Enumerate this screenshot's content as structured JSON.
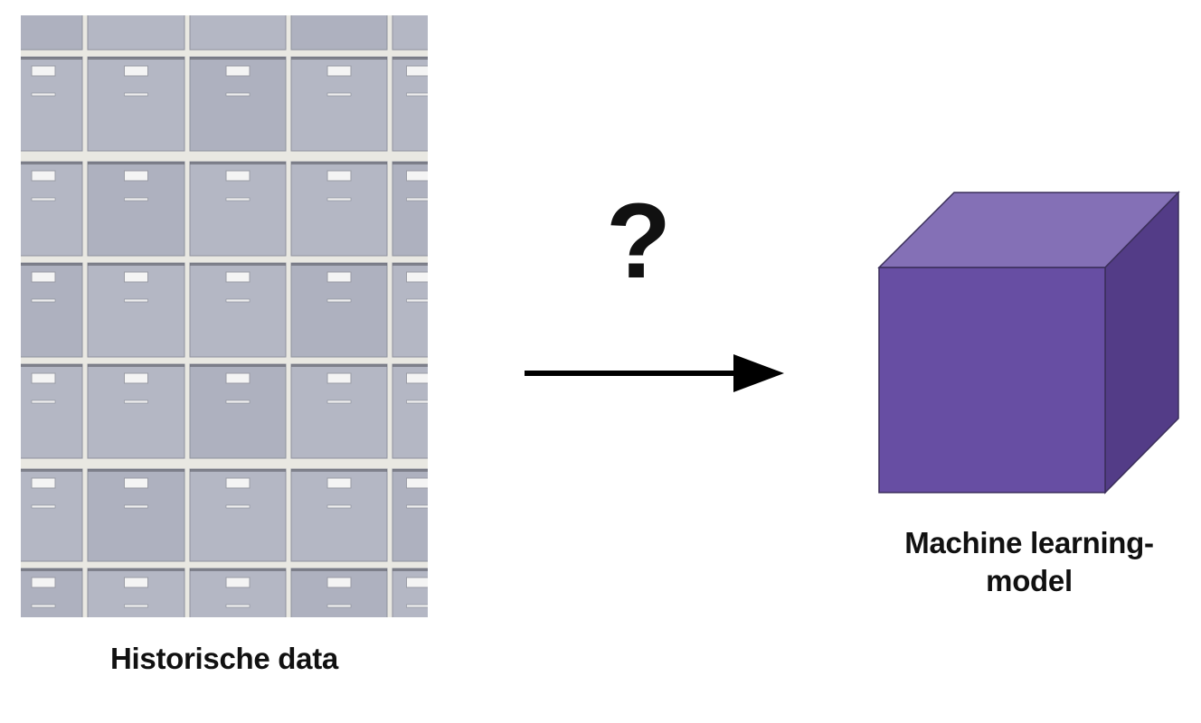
{
  "diagram": {
    "source": {
      "label": "Historische data",
      "image": "filing-cabinet-drawers-photo"
    },
    "connector": {
      "symbol": "?",
      "arrow": "right-arrow"
    },
    "target": {
      "label_line1": "Machine learning-",
      "label_line2": "model",
      "shape": "cube"
    }
  },
  "colors": {
    "cube_front": "#674ea3",
    "cube_top": "#8470b6",
    "cube_side": "#533c87",
    "cube_edge": "#3b2f5a",
    "drawer": "#b4b7c4",
    "text": "#111111"
  }
}
